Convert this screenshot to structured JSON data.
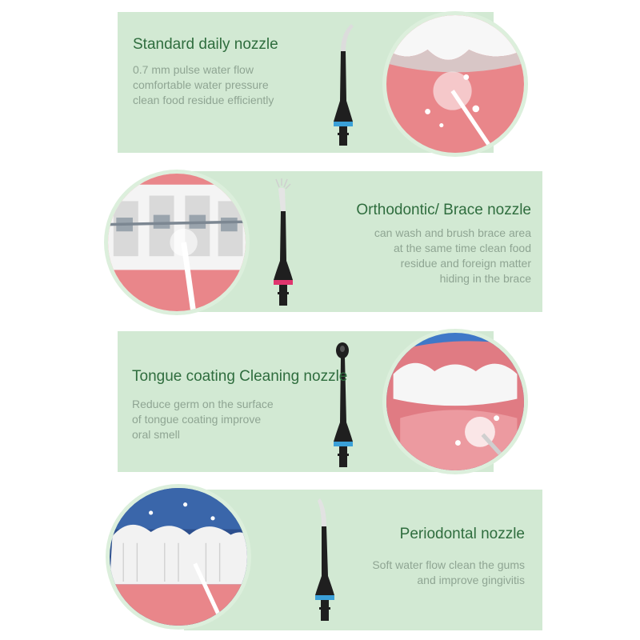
{
  "nozzles": [
    {
      "title": "Standard daily nozzle",
      "lines": [
        "0.7 mm pulse water flow",
        "comfortable water pressure",
        "clean food residue efficiently"
      ],
      "ring_color": "#3aa0d8"
    },
    {
      "title": "Orthodontic/ Brace nozzle",
      "lines": [
        "can wash and brush brace area",
        "at the same time clean food",
        "residue and foreign matter",
        "hiding in the brace"
      ],
      "ring_color": "#e0356e"
    },
    {
      "title": "Tongue coating Cleaning nozzle",
      "lines": [
        "Reduce germ on the surface",
        "of tongue coating improve",
        "oral smell"
      ],
      "ring_color": "#3aa0d8"
    },
    {
      "title": "Periodontal nozzle",
      "lines": [
        "Soft water flow clean the gums",
        "and improve gingivitis"
      ],
      "ring_color": "#3aa0d8"
    }
  ],
  "colors": {
    "panel": "#d2e9d3",
    "title": "#2f6d3e",
    "desc": "#8fa593",
    "gum": "#e9868a",
    "nozzle_body": "#1f1f1f"
  },
  "icons": [
    "standard-nozzle-icon",
    "orthodontic-nozzle-icon",
    "tongue-nozzle-icon",
    "periodontal-nozzle-icon"
  ]
}
